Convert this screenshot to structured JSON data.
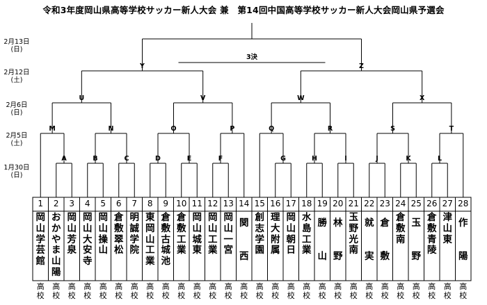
{
  "title": "令和3年度岡山県高等学校サッカー新人大会 兼　第14回中国高等学校サッカー新人大会岡山県予選会",
  "dates": [
    {
      "date": "2月13日",
      "day": "(日)"
    },
    {
      "date": "2月12日",
      "day": "(土)"
    },
    {
      "date": "2月6日",
      "day": "(日)"
    },
    {
      "date": "2月5日",
      "day": "(土)"
    },
    {
      "date": "1月30日",
      "day": "(日)"
    }
  ],
  "match_labels": {
    "final_third": "3決",
    "semis": [
      "Y",
      "Z"
    ],
    "quarters": [
      "U",
      "V",
      "W",
      "X"
    ],
    "round16": [
      "M",
      "N",
      "O",
      "P",
      "Q",
      "R",
      "S",
      "T"
    ],
    "round1": [
      "A",
      "B",
      "C",
      "D",
      "E",
      "F",
      "G",
      "H",
      "I",
      "J",
      "K",
      "L"
    ]
  },
  "suffix": "高校",
  "teams": [
    {
      "no": "1",
      "name": "岡山学芸館"
    },
    {
      "no": "2",
      "name": "おかやま山陽"
    },
    {
      "no": "3",
      "name": "岡山芳泉"
    },
    {
      "no": "4",
      "name": "岡山大安寺"
    },
    {
      "no": "5",
      "name": "岡山操山"
    },
    {
      "no": "6",
      "name": "倉敷翠松"
    },
    {
      "no": "7",
      "name": "明誠学院"
    },
    {
      "no": "8",
      "name": "東岡山工業"
    },
    {
      "no": "9",
      "name": "倉敷古城池"
    },
    {
      "no": "10",
      "name": "倉敷工業"
    },
    {
      "no": "11",
      "name": "岡山城東"
    },
    {
      "no": "12",
      "name": "岡山工業"
    },
    {
      "no": "13",
      "name": "岡山一宮"
    },
    {
      "no": "14",
      "name": "関　西"
    },
    {
      "no": "15",
      "name": "創志学園"
    },
    {
      "no": "16",
      "name": "理大附属"
    },
    {
      "no": "17",
      "name": "岡山朝日"
    },
    {
      "no": "18",
      "name": "水島工業"
    },
    {
      "no": "19",
      "name": "勝　山"
    },
    {
      "no": "20",
      "name": "林　野"
    },
    {
      "no": "21",
      "name": "玉野光南"
    },
    {
      "no": "22",
      "name": "就　実"
    },
    {
      "no": "23",
      "name": "倉　敷"
    },
    {
      "no": "24",
      "name": "倉敷南"
    },
    {
      "no": "25",
      "name": "玉　野"
    },
    {
      "no": "26",
      "name": "倉敷青陵"
    },
    {
      "no": "27",
      "name": "津山東"
    },
    {
      "no": "28",
      "name": "作　陽"
    }
  ]
}
